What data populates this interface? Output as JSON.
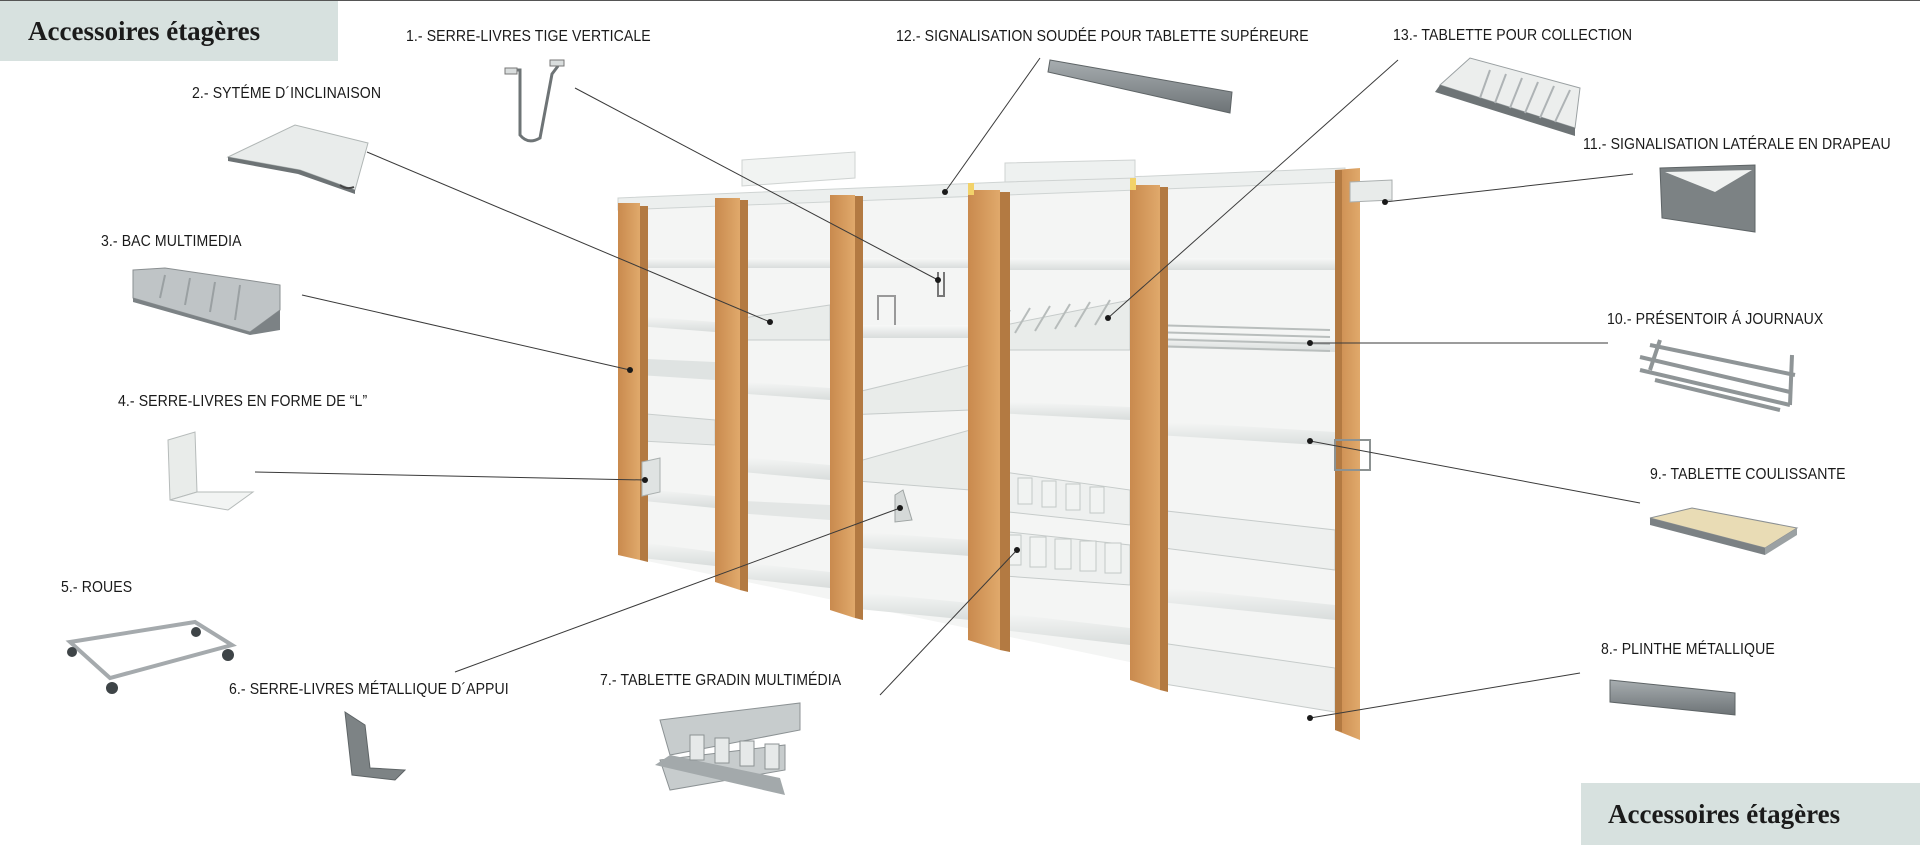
{
  "title": "Accessoires étagères",
  "callouts": {
    "c1": "1.- SERRE-LIVRES TIGE VERTICALE",
    "c2": "2.- SYTÉME D´INCLINAISON",
    "c3": "3.- BAC MULTIMEDIA",
    "c4": "4.- SERRE-LIVRES EN FORME DE “L”",
    "c5": "5.- ROUES",
    "c6": "6.- SERRE-LIVRES MÉTALLIQUE D´APPUI",
    "c7": "7.- TABLETTE GRADIN MULTIMÉDIA",
    "c8": "8.- PLINTHE MÉTALLIQUE",
    "c9": "9.- TABLETTE COULISSANTE",
    "c10": "10.- PRÉSENTOIR Á JOURNAUX",
    "c11": "11.- SIGNALISATION LATÉRALE EN DRAPEAU",
    "c12": "12.- SIGNALISATION SOUDÉE POUR TABLETTE SUPÉREURE",
    "c13": "13.- TABLETTE POUR COLLECTION"
  },
  "colors": {
    "wood": "#d49a5e",
    "wood_dark": "#b97c42",
    "shelf": "#eef0ee",
    "metal": "#8a8f91",
    "panel": "#d7e1df"
  }
}
